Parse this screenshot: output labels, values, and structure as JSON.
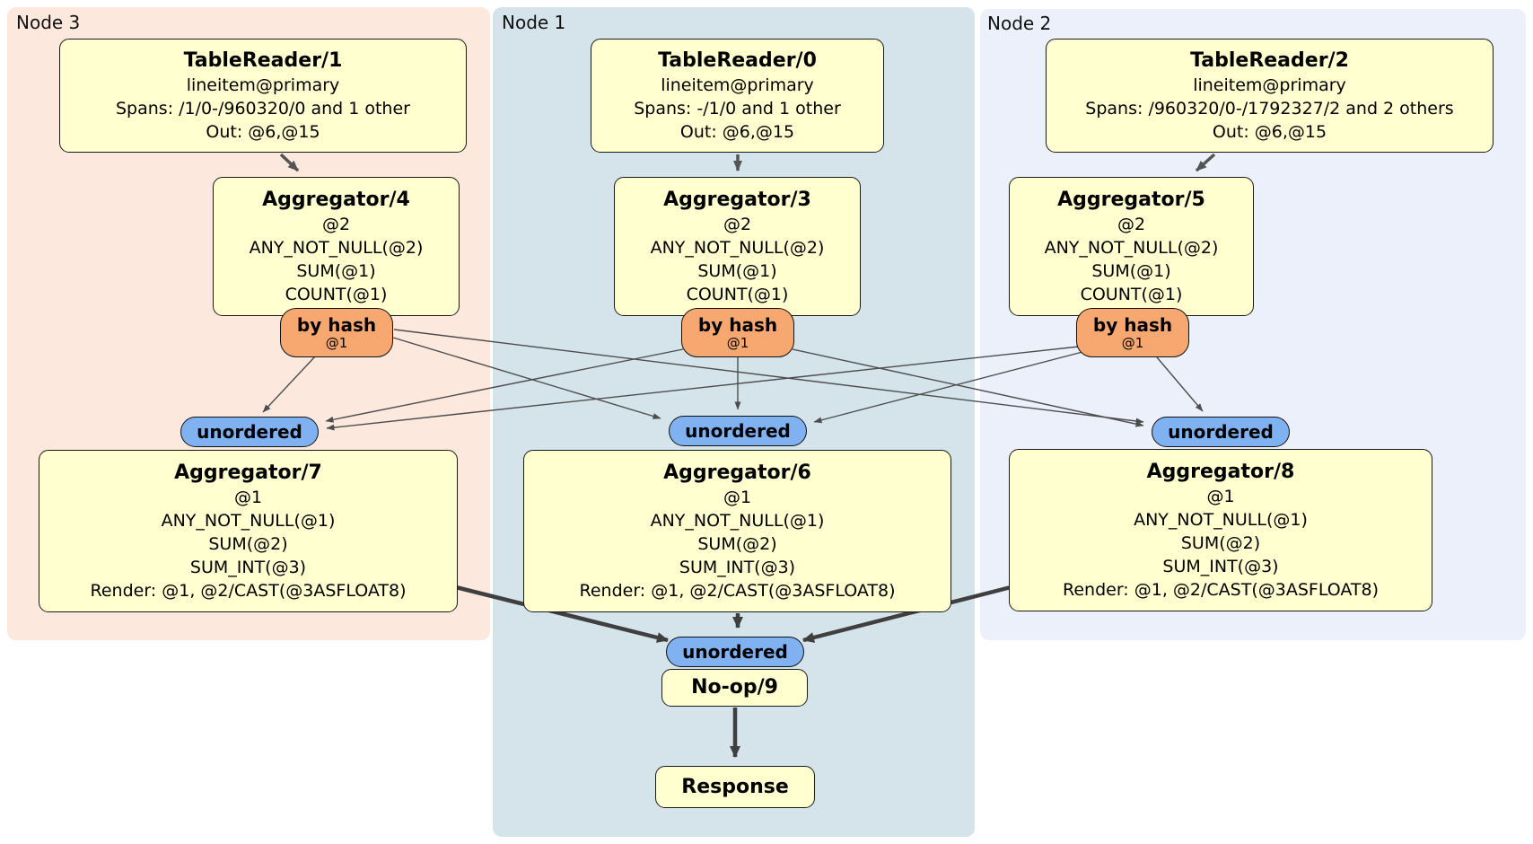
{
  "regions": [
    {
      "label": "Node 3"
    },
    {
      "label": "Node 1"
    },
    {
      "label": "Node 2"
    }
  ],
  "processors": [
    {
      "title": "TableReader/1",
      "lines": [
        "lineitem@primary",
        "Spans: /1/0-/960320/0 and 1 other",
        "Out: @6,@15"
      ]
    },
    {
      "title": "TableReader/0",
      "lines": [
        "lineitem@primary",
        "Spans: -/1/0 and 1 other",
        "Out: @6,@15"
      ]
    },
    {
      "title": "TableReader/2",
      "lines": [
        "lineitem@primary",
        "Spans: /960320/0-/1792327/2 and 2 others",
        "Out: @6,@15"
      ]
    },
    {
      "title": "Aggregator/4",
      "lines": [
        "@2",
        "ANY_NOT_NULL(@2)",
        "SUM(@1)",
        "COUNT(@1)"
      ]
    },
    {
      "title": "Aggregator/3",
      "lines": [
        "@2",
        "ANY_NOT_NULL(@2)",
        "SUM(@1)",
        "COUNT(@1)"
      ]
    },
    {
      "title": "Aggregator/5",
      "lines": [
        "@2",
        "ANY_NOT_NULL(@2)",
        "SUM(@1)",
        "COUNT(@1)"
      ]
    },
    {
      "title": "Aggregator/7",
      "lines": [
        "@1",
        "ANY_NOT_NULL(@1)",
        "SUM(@2)",
        "SUM_INT(@3)",
        "Render: @1, @2/CAST(@3ASFLOAT8)"
      ]
    },
    {
      "title": "Aggregator/6",
      "lines": [
        "@1",
        "ANY_NOT_NULL(@1)",
        "SUM(@2)",
        "SUM_INT(@3)",
        "Render: @1, @2/CAST(@3ASFLOAT8)"
      ]
    },
    {
      "title": "Aggregator/8",
      "lines": [
        "@1",
        "ANY_NOT_NULL(@1)",
        "SUM(@2)",
        "SUM_INT(@3)",
        "Render: @1, @2/CAST(@3ASFLOAT8)"
      ]
    },
    {
      "title": "No-op/9",
      "lines": []
    },
    {
      "title": "Response",
      "lines": []
    }
  ],
  "routers": [
    {
      "label": "by hash",
      "detail": "@1"
    },
    {
      "label": "by hash",
      "detail": "@1"
    },
    {
      "label": "by hash",
      "detail": "@1"
    }
  ],
  "streams": [
    {
      "label": "unordered"
    },
    {
      "label": "unordered"
    },
    {
      "label": "unordered"
    },
    {
      "label": "unordered"
    }
  ],
  "edges": [
    {
      "from": "TableReader/1",
      "to": "Aggregator/4"
    },
    {
      "from": "TableReader/0",
      "to": "Aggregator/3"
    },
    {
      "from": "TableReader/2",
      "to": "Aggregator/5"
    },
    {
      "from": "by-hash-node3",
      "to": "unordered-node3"
    },
    {
      "from": "by-hash-node3",
      "to": "unordered-node1"
    },
    {
      "from": "by-hash-node3",
      "to": "unordered-node2"
    },
    {
      "from": "by-hash-node1",
      "to": "unordered-node3"
    },
    {
      "from": "by-hash-node1",
      "to": "unordered-node1"
    },
    {
      "from": "by-hash-node1",
      "to": "unordered-node2"
    },
    {
      "from": "by-hash-node2",
      "to": "unordered-node3"
    },
    {
      "from": "by-hash-node2",
      "to": "unordered-node1"
    },
    {
      "from": "by-hash-node2",
      "to": "unordered-node2"
    },
    {
      "from": "Aggregator/7",
      "to": "unordered-final"
    },
    {
      "from": "Aggregator/6",
      "to": "unordered-final"
    },
    {
      "from": "Aggregator/8",
      "to": "unordered-final"
    },
    {
      "from": "No-op/9",
      "to": "Response"
    }
  ],
  "colors": {
    "node3_bg": "#fce8dc",
    "node1_bg": "#d5e3eb",
    "node2_bg": "#ebf0fa",
    "processor_bg": "#ffffd0",
    "router_bg": "#f7a770",
    "stream_bg": "#80b2f2",
    "edge": "#4d4d4d"
  }
}
